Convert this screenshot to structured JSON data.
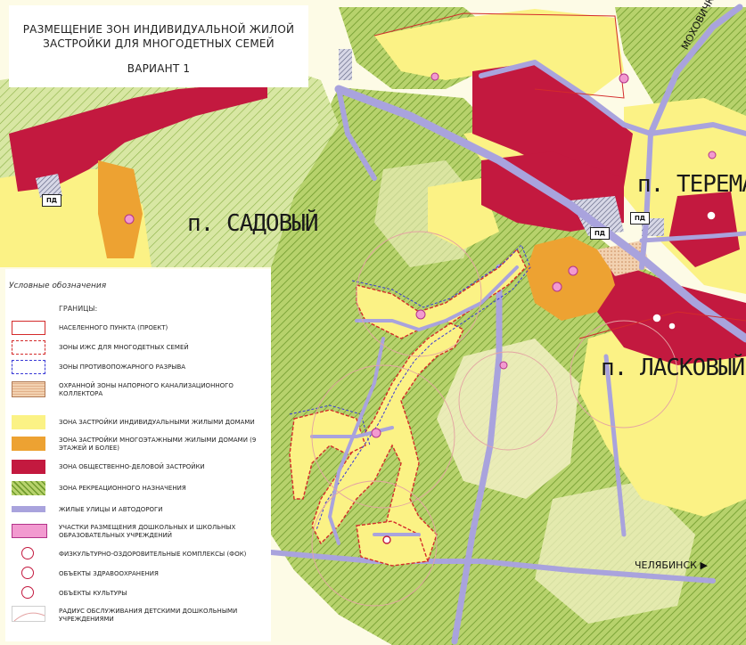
{
  "title": {
    "line1": "РАЗМЕЩЕНИЕ ЗОН ИНДИВИДУАЛЬНОЙ ЖИЛОЙ",
    "line2": "ЗАСТРОЙКИ ДЛЯ МНОГОДЕТНЫХ СЕМЕЙ",
    "variant": "ВАРИАНТ 1"
  },
  "settlements": {
    "sadovy": "п. САДОВЫЙ",
    "terema": "п. ТЕРЕМА",
    "laskovy": "п. ЛАСКОВЫЙ"
  },
  "roads": {
    "mokhovichki": "МОХОВИЧКИ ▶",
    "chelyabinsk": "ЧЕЛЯБИНСК ▶"
  },
  "badges": {
    "pd": "ПД"
  },
  "legend": {
    "title": "Условные обозначения",
    "borders_heading": "ГРАНИЦЫ:",
    "items": [
      {
        "label": "НАСЕЛЕННОГО ПУНКТА (ПРОЕКТ)"
      },
      {
        "label": "ЗОНЫ ИЖС ДЛЯ МНОГОДЕТНЫХ СЕМЕЙ"
      },
      {
        "label": "ЗОНЫ ПРОТИВОПОЖАРНОГО РАЗРЫВА"
      },
      {
        "label": "ОХРАННОЙ ЗОНЫ НАПОРНОГО КАНАЛИЗАЦИОННОГО КОЛЛЕКТОРА"
      },
      {
        "label": "ЗОНА ЗАСТРОЙКИ ИНДИВИДУАЛЬНЫМИ ЖИЛЫМИ ДОМАМИ"
      },
      {
        "label": "ЗОНА ЗАСТРОЙКИ МНОГОЭТАЖНЫМИ ЖИЛЫМИ ДОМАМИ (9 ЭТАЖЕЙ И БОЛЕЕ)"
      },
      {
        "label": "ЗОНА ОБЩЕСТВЕННО-ДЕЛОВОЙ ЗАСТРОЙКИ"
      },
      {
        "label": "ЗОНА РЕКРЕАЦИОННОГО НАЗНАЧЕНИЯ"
      },
      {
        "label": "ЖИЛЫЕ УЛИЦЫ И АВТОДОРОГИ"
      },
      {
        "label": "УЧАСТКИ РАЗМЕЩЕНИЯ ДОШКОЛЬНЫХ И ШКОЛЬНЫХ ОБРАЗОВАТЕЛЬНЫХ УЧРЕЖДЕНИЙ"
      },
      {
        "label": "ФИЗКУЛЬТУРНО-ОЗДОРОВИТЕЛЬНЫЕ КОМПЛЕКСЫ (ФОК)"
      },
      {
        "label": "ОБЪЕКТЫ ЗДРАВООХРАНЕНИЯ"
      },
      {
        "label": "ОБЪЕКТЫ КУЛЬТУРЫ"
      },
      {
        "label": "РАДИУС ОБСЛУЖИВАНИЯ ДЕТСКИМИ ДОШКОЛЬНЫМИ УЧРЕЖДЕНИЯМИ"
      }
    ]
  },
  "colors": {
    "background": "#fdfbe6",
    "recreation_green": "#a9c95a",
    "green_hatch": "#6f9a2c",
    "individual_yellow": "#fbf285",
    "multistorey_orange": "#eda232",
    "public_red": "#c3193f",
    "road_lilac": "#a9a3dd",
    "border_red": "#d42b2b",
    "firebreak_blue": "#3a3ad6",
    "school_pink": "#f29ad0"
  }
}
